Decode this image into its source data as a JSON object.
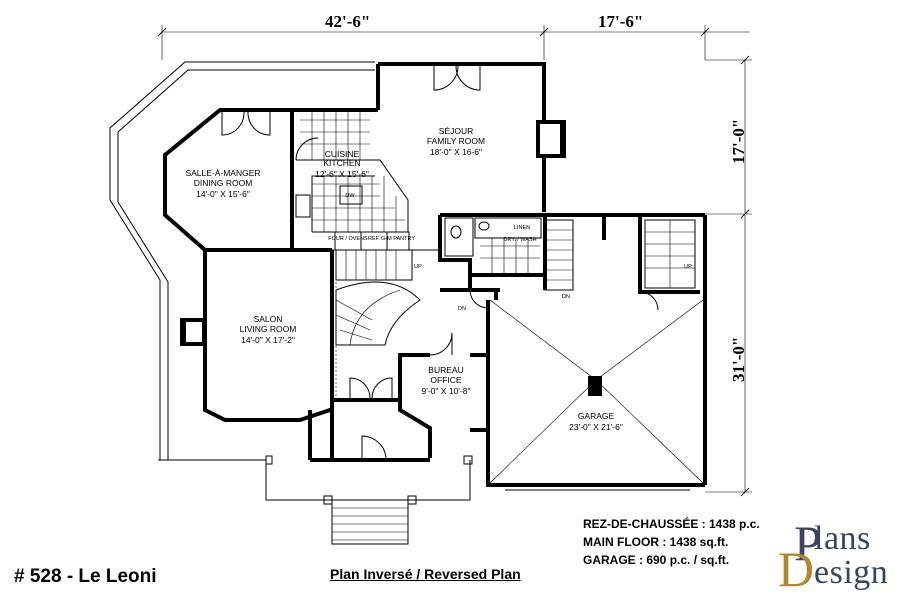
{
  "dimensions": {
    "top_left": "42'-6\"",
    "top_right": "17'-6\"",
    "right_upper": "17'-0\"",
    "right_lower": "31'-0\""
  },
  "rooms": {
    "dining": {
      "fr": "SALLE-À-MANGER",
      "en": "DINING ROOM",
      "size": "14'-0\" X 15'-6\""
    },
    "kitchen": {
      "fr": "CUISINE",
      "en": "KITCHEN",
      "size": "12'-6\" X 15'-6\""
    },
    "family": {
      "fr": "SÉJOUR",
      "en": "FAMILY ROOM",
      "size": "18'-0\" X 16-6\""
    },
    "living": {
      "fr": "SALON",
      "en": "LIVING ROOM",
      "size": "14'-0\" X 17'-2\""
    },
    "office": {
      "fr": "BUREAU",
      "en": "OFFICE",
      "size": "9'-0\" X 10'-8\""
    },
    "garage": {
      "en": "GARAGE",
      "size": "23'-0\" X 21'-6\""
    }
  },
  "fixtures": {
    "four_ovens": "FOUR / OVENS",
    "ref": "REF.",
    "pantry": "G-M PANTRY",
    "linen": "LINEN",
    "dry_wash": "DRY. / WASH",
    "dw": "DW",
    "up": "UP",
    "dn": "DN"
  },
  "footer": {
    "plan_title": "# 528 - Le Leoni",
    "reversed_plan": "Plan Inversé / Reversed Plan",
    "area_main_fr": "REZ-DE-CHAUSSÉE : 1438 p.c.",
    "area_main_en": "MAIN FLOOR : 1438 sq.ft.",
    "area_garage": "GARAGE : 690 p.c. / sq.ft."
  },
  "logo": {
    "letter_p": "P",
    "letter_d": "D",
    "text_top": "lans",
    "text_bottom": "esign"
  }
}
